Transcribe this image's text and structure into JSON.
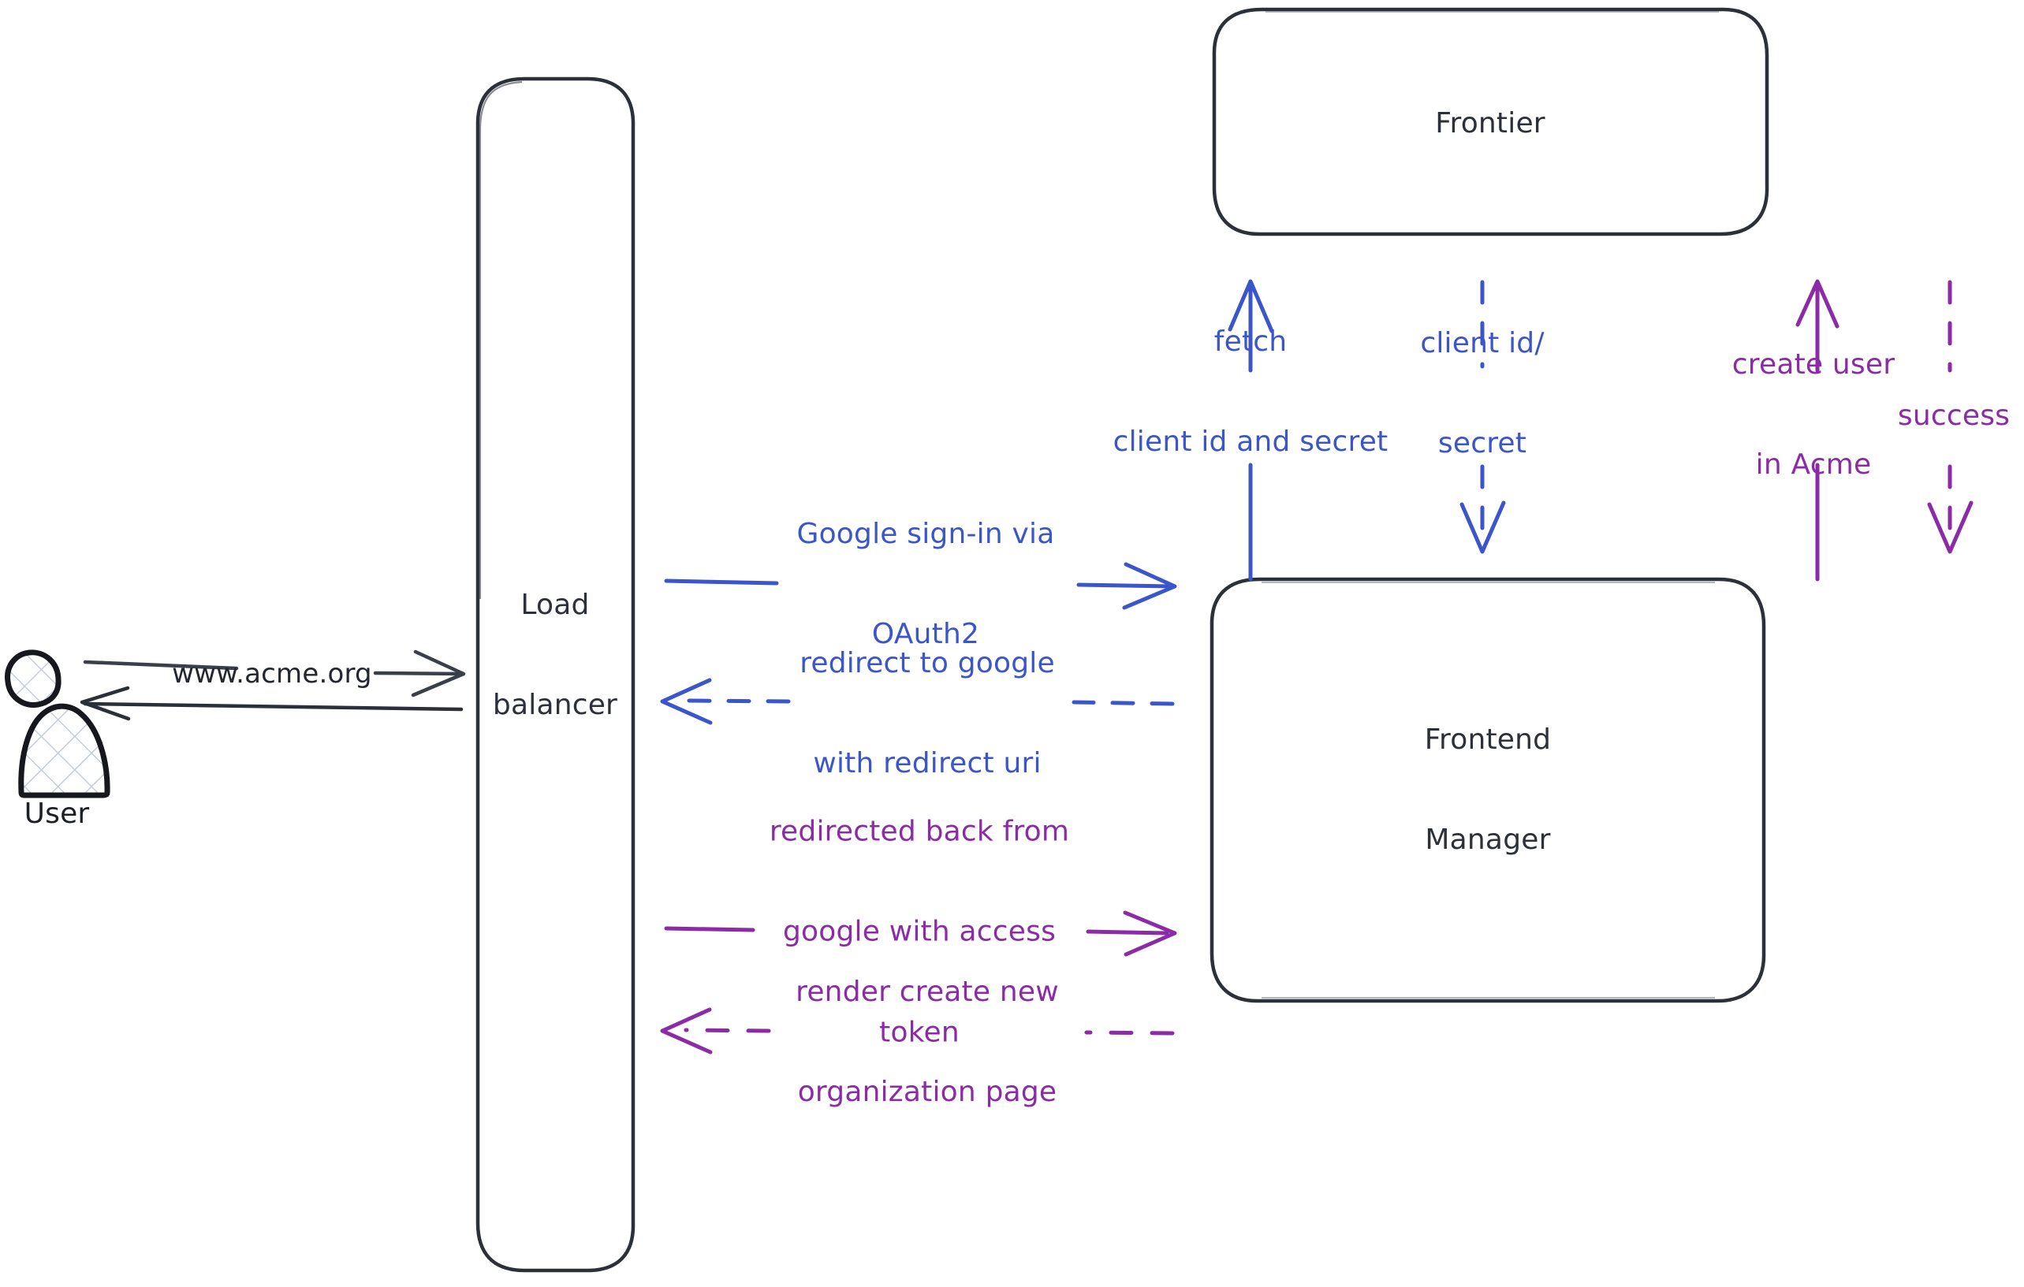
{
  "diagram": {
    "title": "Google OAuth2 sign-in sequence",
    "background": "#ffffff",
    "colors": {
      "stroke_dark": "#2c3039",
      "blue": "#3b55cb",
      "purple": "#8b2ba6",
      "actor_hatch": "#c3cddc"
    }
  },
  "actors": [
    {
      "id": "user",
      "name": "user-actor",
      "label": "User",
      "shape": "person-hatched"
    }
  ],
  "nodes": [
    {
      "id": "load_balancer",
      "name": "load-balancer-node",
      "label": "Load\nbalancer",
      "line1": "Load",
      "line2": "balancer",
      "shape": "rounded-rect-tall"
    },
    {
      "id": "frontier",
      "name": "frontier-node",
      "label": "Frontier",
      "shape": "rounded-rect"
    },
    {
      "id": "frontend_manager",
      "name": "frontend-manager-node",
      "label": "Frontend\nManager",
      "line1": "Frontend",
      "line2": "Manager",
      "shape": "rounded-rect"
    }
  ],
  "edges": [
    {
      "id": "e1",
      "name": "edge-user-to-lb",
      "label": "www.acme.org",
      "from": "user",
      "to": "load_balancer",
      "color": "#22262e",
      "style": "solid",
      "direction": "right"
    },
    {
      "id": "e2",
      "name": "edge-lb-to-user",
      "label": "",
      "from": "load_balancer",
      "to": "user",
      "color": "#22262e",
      "style": "solid",
      "direction": "left"
    },
    {
      "id": "e3",
      "name": "edge-lb-to-fm-signin",
      "label": "Google sign-in via\nOAuth2",
      "line1": "Google sign-in via",
      "line2": "OAuth2",
      "from": "load_balancer",
      "to": "frontend_manager",
      "color": "#3b55cb",
      "style": "solid",
      "direction": "right"
    },
    {
      "id": "e4",
      "name": "edge-fm-to-lb-redirect",
      "label": "redirect to google\nwith redirect uri",
      "line1": "redirect to google",
      "line2": "with redirect uri",
      "from": "frontend_manager",
      "to": "load_balancer",
      "color": "#3b55cb",
      "style": "dashed",
      "direction": "left"
    },
    {
      "id": "e5",
      "name": "edge-fm-to-frontier-fetch",
      "label": "fetch\nclient id and secret",
      "line1": "fetch",
      "line2": "client id and secret",
      "from": "frontend_manager",
      "to": "frontier",
      "color": "#3b55cb",
      "style": "solid",
      "direction": "up"
    },
    {
      "id": "e6",
      "name": "edge-frontier-to-fm-credentials",
      "label": "client id/\nsecret",
      "line1": "client id/",
      "line2": "secret",
      "from": "frontier",
      "to": "frontend_manager",
      "color": "#3b55cb",
      "style": "dashed",
      "direction": "down"
    },
    {
      "id": "e7",
      "name": "edge-fm-to-frontier-create-user",
      "label": "create user\nin Acme",
      "line1": "create user",
      "line2": "in Acme",
      "from": "frontend_manager",
      "to": "frontier",
      "color": "#8b2ba6",
      "style": "solid",
      "direction": "up"
    },
    {
      "id": "e8",
      "name": "edge-frontier-to-fm-success",
      "label": "success",
      "from": "frontier",
      "to": "frontend_manager",
      "color": "#8b2ba6",
      "style": "dashed",
      "direction": "down"
    },
    {
      "id": "e9",
      "name": "edge-lb-to-fm-token",
      "label": "redirected back from\ngoogle with access\ntoken",
      "line1": "redirected back from",
      "line2": "google with access",
      "line3": "token",
      "from": "load_balancer",
      "to": "frontend_manager",
      "color": "#8b2ba6",
      "style": "solid",
      "direction": "right"
    },
    {
      "id": "e10",
      "name": "edge-fm-to-lb-render-org",
      "label": "render create new\norganization page",
      "line1": "render create new",
      "line2": "organization page",
      "from": "frontend_manager",
      "to": "load_balancer",
      "color": "#8b2ba6",
      "style": "dashed",
      "direction": "left"
    }
  ]
}
